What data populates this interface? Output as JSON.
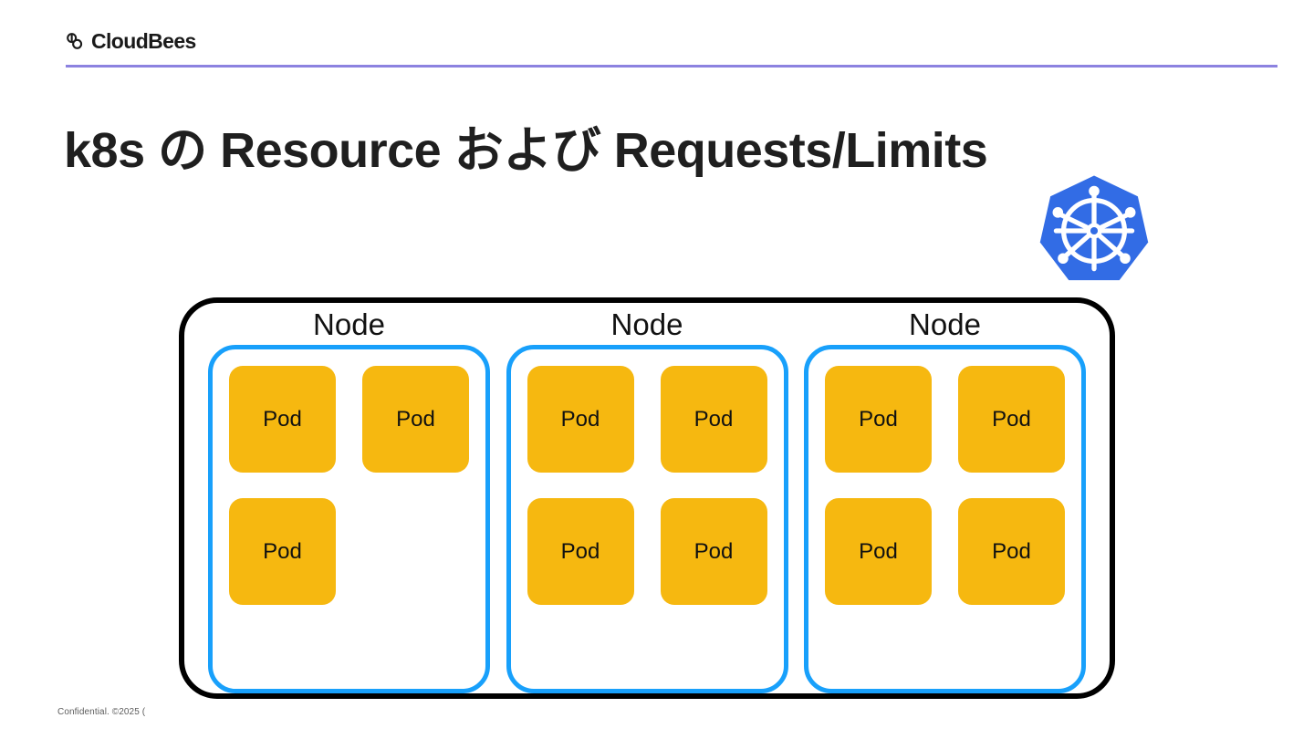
{
  "brand": {
    "name": "CloudBees",
    "mark_icon": "cloudbees-logo-icon",
    "rule_color": "#8c82e0"
  },
  "title": "k8s の Resource および Requests/Limits",
  "kubernetes_logo": {
    "icon": "kubernetes-helm-wheel-icon",
    "color": "#326ce5"
  },
  "diagram": {
    "type": "cluster-topology",
    "outline_color": "#000000",
    "node_border_color": "#18a0fb",
    "pod_color": "#f6b810",
    "nodes": [
      {
        "label": "Node",
        "pods": [
          {
            "label": "Pod",
            "present": true
          },
          {
            "label": "Pod",
            "present": true
          },
          {
            "label": "Pod",
            "present": true
          },
          {
            "label": "",
            "present": false
          }
        ]
      },
      {
        "label": "Node",
        "pods": [
          {
            "label": "Pod",
            "present": true
          },
          {
            "label": "Pod",
            "present": true
          },
          {
            "label": "Pod",
            "present": true
          },
          {
            "label": "Pod",
            "present": true
          }
        ]
      },
      {
        "label": "Node",
        "pods": [
          {
            "label": "Pod",
            "present": true
          },
          {
            "label": "Pod",
            "present": true
          },
          {
            "label": "Pod",
            "present": true
          },
          {
            "label": "Pod",
            "present": true
          }
        ]
      }
    ]
  },
  "footer": {
    "text": "Confidential. ©2025 ("
  }
}
